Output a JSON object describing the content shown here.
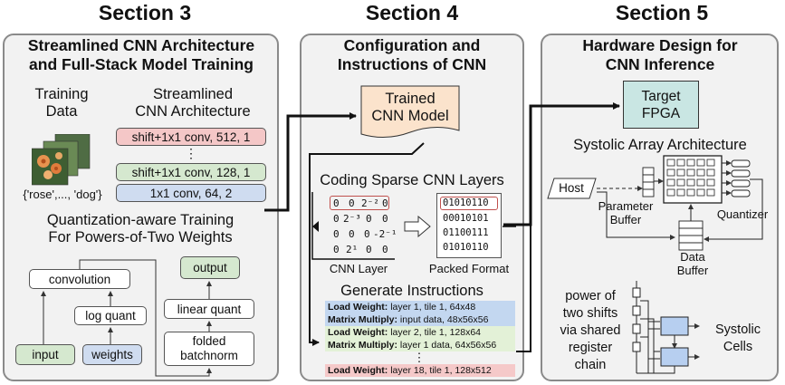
{
  "sections": {
    "s3": {
      "title": "Section 3",
      "panel_title": [
        "Streamlined CNN Architecture",
        "and Full-Stack Model Training"
      ]
    },
    "s4": {
      "title": "Section 4",
      "panel_title": [
        "Configuration and",
        "Instructions of CNN"
      ]
    },
    "s5": {
      "title": "Section 5",
      "panel_title": [
        "Hardware Design for",
        "CNN Inference"
      ]
    }
  },
  "s3": {
    "training_data": [
      "Training",
      "Data"
    ],
    "class_labels": "{'rose',..., 'dog'}",
    "arch_title": [
      "Streamlined",
      "CNN Architecture"
    ],
    "layers": [
      "shift+1x1 conv, 512, 1",
      "shift+1x1 conv, 128, 1",
      "1x1 conv, 64, 2"
    ],
    "layers_ellipsis": "⋮",
    "qat_title": [
      "Quantization-aware Training",
      "For Powers-of-Two Weights"
    ],
    "graph": {
      "convolution": "convolution",
      "log_quant": "log quant",
      "input": "input",
      "weights": "weights",
      "output": "output",
      "linear_quant": "linear quant",
      "folded_batchnorm": [
        "folded",
        "batchnorm"
      ]
    }
  },
  "s4": {
    "trained_model": [
      "Trained",
      "CNN Model"
    ],
    "coding_title": "Coding Sparse CNN Layers",
    "matrix": [
      [
        "0",
        "0",
        "2⁻²",
        "0"
      ],
      [
        "0",
        "2⁻³",
        "0",
        "0"
      ],
      [
        "0",
        "0",
        "0",
        "-2⁻¹"
      ],
      [
        "0",
        "2¹",
        "0",
        "0"
      ]
    ],
    "packed": [
      "01010110",
      "00010101",
      "01100111",
      "01010110"
    ],
    "cnn_layer_label": "CNN Layer",
    "packed_label": "Packed Format",
    "gen_title": "Generate Instructions",
    "instructions": [
      {
        "op": "Load Weight:",
        "args": " layer 1, tile 1, 64x48"
      },
      {
        "op": "Matrix Multiply:",
        "args": " input data, 48x56x56"
      },
      {
        "op": "Load Weight:",
        "args": " layer 2, tile 1, 128x64"
      },
      {
        "op": "Matrix Multiply:",
        "args": " layer 1 data, 64x56x56"
      },
      {
        "op": "Load Weight:",
        "args": " layer 18, tile 1, 128x512"
      }
    ],
    "instr_ellipsis": "⋮"
  },
  "s5": {
    "target_fpga": [
      "Target",
      "FPGA"
    ],
    "systolic_title": "Systolic Array Architecture",
    "host": "Host",
    "parameter_buffer": [
      "Parameter",
      "Buffer"
    ],
    "quantizer": "Quantizer",
    "data_buffer": [
      "Data",
      "Buffer"
    ],
    "shift_text": [
      "power of",
      "two shifts",
      "via shared",
      "register",
      "chain"
    ],
    "systolic_cells": [
      "Systolic",
      "Cells"
    ]
  },
  "colors": {
    "panel_bg": "#f2f2f2",
    "panel_border": "#8a8a8a",
    "pink": "#f4c7c7",
    "green": "#d5e8cf",
    "blue": "#cfdcf0",
    "orange": "#fbe3cc",
    "teal": "#c9e6e3",
    "instr_blue": "#c3d7f0",
    "instr_green": "#e3f1d7",
    "instr_pink": "#f5c9c9",
    "cell_blue": "#b7cff0",
    "highlight_red": "#c0504d"
  }
}
